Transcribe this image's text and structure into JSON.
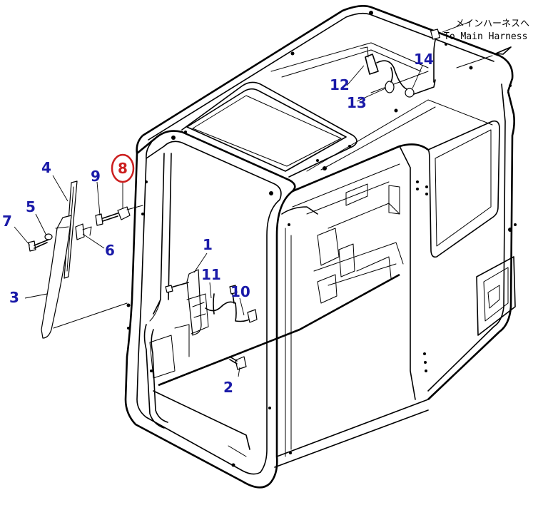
{
  "harness_label": {
    "jp": "メインハーネスへ",
    "en": "To Main Harness"
  },
  "part_labels": [
    {
      "id": "1",
      "text": "1"
    },
    {
      "id": "2",
      "text": "2"
    },
    {
      "id": "3",
      "text": "3"
    },
    {
      "id": "4",
      "text": "4"
    },
    {
      "id": "5",
      "text": "5"
    },
    {
      "id": "6",
      "text": "6"
    },
    {
      "id": "7",
      "text": "7"
    },
    {
      "id": "8",
      "text": "8",
      "highlighted": true
    },
    {
      "id": "9",
      "text": "9"
    },
    {
      "id": "10",
      "text": "10"
    },
    {
      "id": "11",
      "text": "11"
    },
    {
      "id": "12",
      "text": "12"
    },
    {
      "id": "13",
      "text": "13"
    },
    {
      "id": "14",
      "text": "14"
    }
  ],
  "colors": {
    "label": "#1a1aa8",
    "highlight": "#cc1f1f",
    "line": "#000000",
    "background": "#ffffff"
  }
}
